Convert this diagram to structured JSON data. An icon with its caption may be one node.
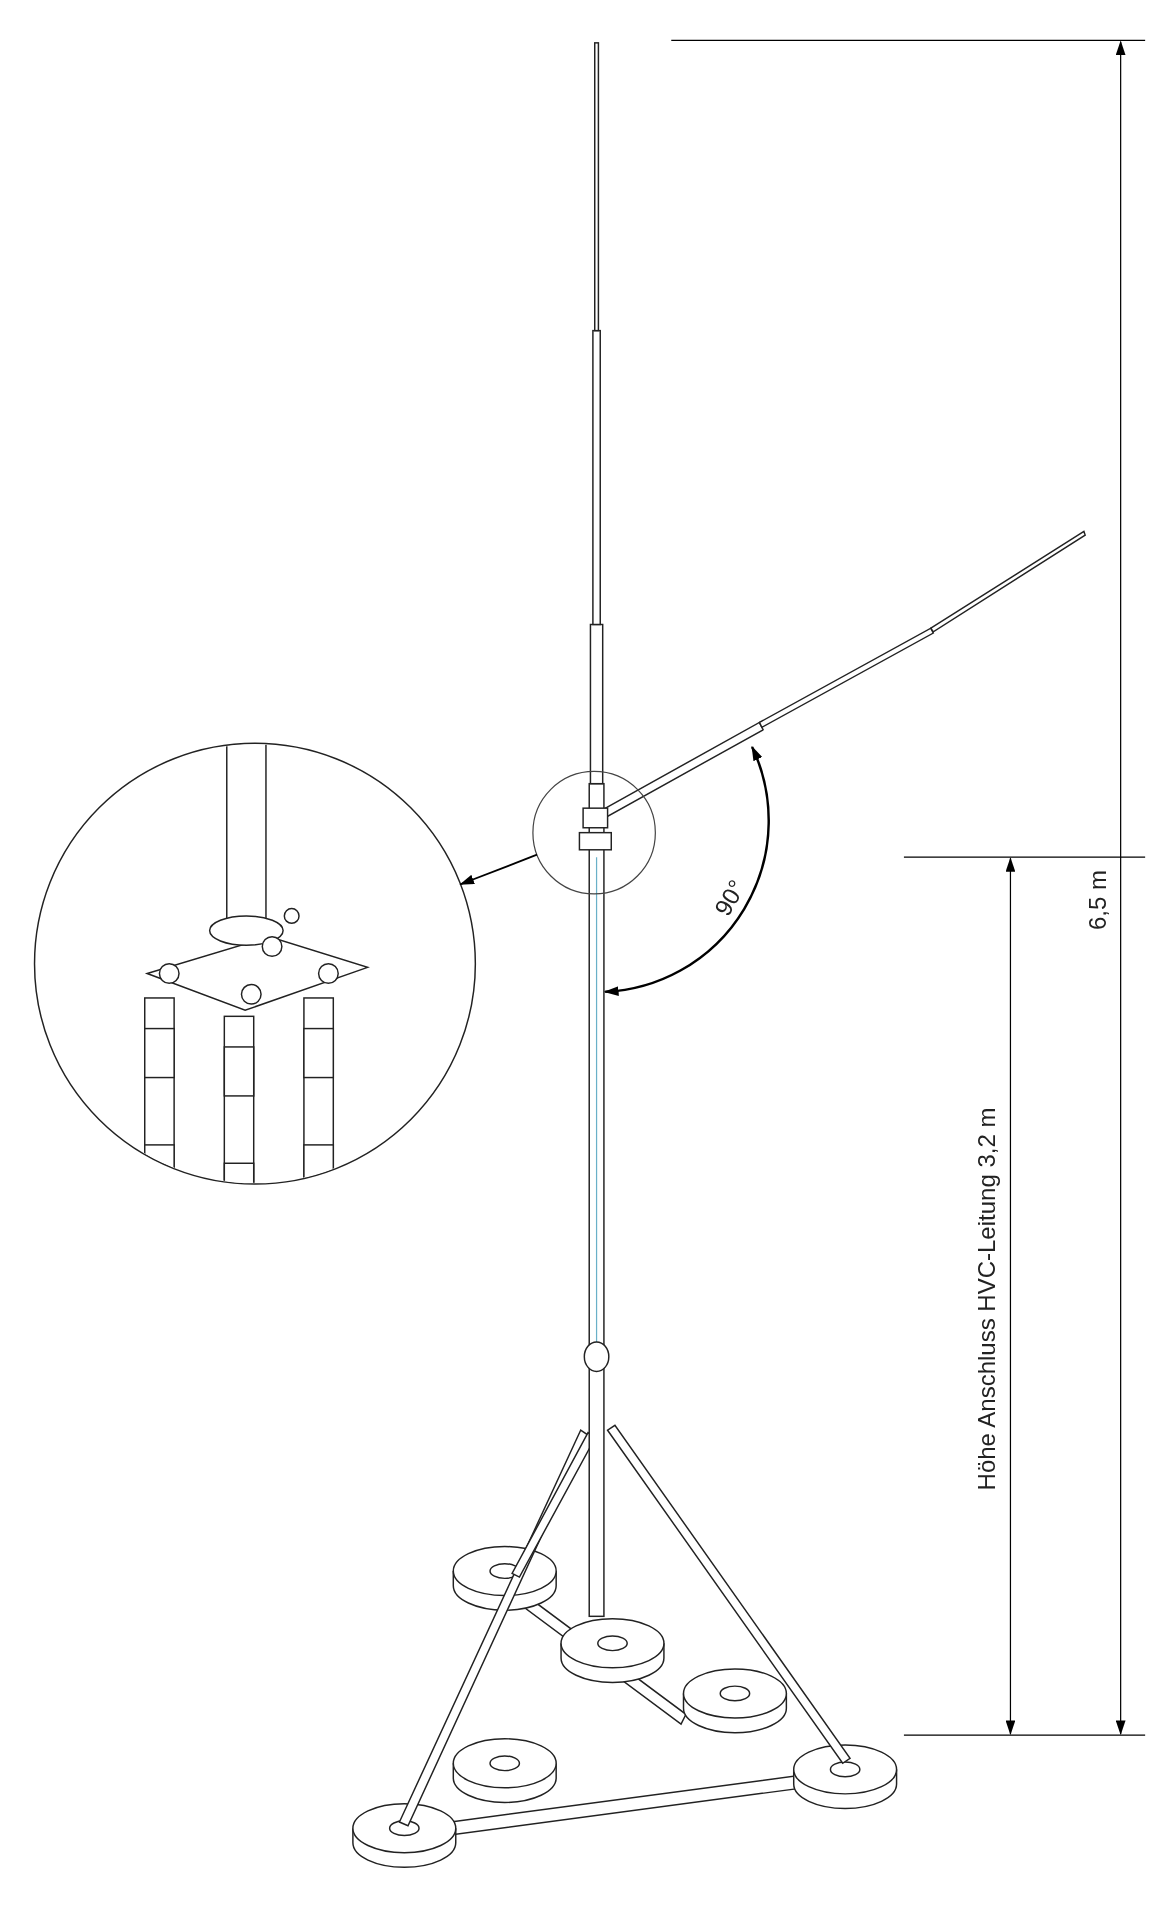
{
  "diagram": {
    "nodes": [
      {
        "text": [],
        "shape": "picture"
      },
      {
        "text": [],
        "shape": "circle"
      }
    ],
    "edges": [
      {
        "from": 1,
        "to": 0,
        "arrow": "to"
      }
    ],
    "labels": [
      "90°",
      "Höhe Anschluss HVC-Leitung 3,2 m",
      "6,5 m"
    ]
  }
}
